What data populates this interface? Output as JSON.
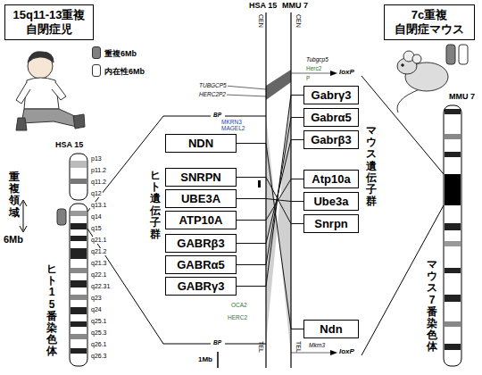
{
  "diagram": {
    "nodes": [
      {
        "text": [
          "15q11-13重複 自閉症児"
        ]
      },
      {
        "text": [
          "NDN"
        ]
      },
      {
        "text": [
          "SNRPN"
        ]
      },
      {
        "text": [
          "UBE3A"
        ]
      },
      {
        "text": [
          "ATP10A"
        ]
      },
      {
        "text": [
          "GABRβ3"
        ]
      },
      {
        "text": [
          "GABRα5"
        ]
      },
      {
        "text": [
          "GABRγ3"
        ]
      },
      {
        "text": [
          "7c重複 自閉症マウス"
        ]
      },
      {
        "text": [
          "Gabrγ3"
        ]
      },
      {
        "text": [
          "Gabrα5"
        ]
      },
      {
        "text": [
          "Gabrβ3"
        ]
      },
      {
        "text": [
          "Atp10a"
        ]
      },
      {
        "text": [
          "Ube3a"
        ]
      },
      {
        "text": [
          "Snrpn"
        ]
      },
      {
        "text": [
          "Ndn"
        ]
      }
    ],
    "edges": [
      {
        "from": 1,
        "to": 15,
        "arrow": "none"
      },
      {
        "from": 2,
        "to": 14,
        "arrow": "none"
      },
      {
        "from": 3,
        "to": 13,
        "arrow": "none"
      },
      {
        "from": 4,
        "to": 12,
        "arrow": "none"
      },
      {
        "from": 5,
        "to": 11,
        "arrow": "none"
      },
      {
        "from": 6,
        "to": 10,
        "arrow": "none"
      },
      {
        "from": 7,
        "to": 9,
        "arrow": "none"
      }
    ],
    "labels": [
      "HSA 15",
      "MMU 7",
      "CEN",
      "CEN",
      "TUBGCP5",
      "HERC2P2",
      "BP",
      "MKRN3",
      "MAGEL2",
      "OCA2",
      "HERC2",
      "BP",
      "TEL",
      "TEL",
      "Tubgcp5",
      "loxP",
      "Herc2",
      "P",
      "Mkrn3",
      "loxP",
      "1Mb",
      "HSA 15",
      "ヒト遺伝子群",
      "マウス遺伝子群",
      "ヒト15番染色体",
      "マウス7番染色体",
      "重複領域",
      "6Mb",
      "MMU 7",
      "p13",
      "p11.2",
      "q11.2",
      "q12",
      "q13.1",
      "q14",
      "q15",
      "q21.1",
      "q21.2",
      "q21.3",
      "q22.1",
      "q22.31",
      "q23",
      "q24",
      "q25.1",
      "q25.3",
      "q26.1",
      "q26.3"
    ],
    "legend": [
      {
        "text": "重複6Mb",
        "color": "#808080"
      },
      {
        "text": "内在性6Mb",
        "color": "#ffffff"
      }
    ]
  }
}
